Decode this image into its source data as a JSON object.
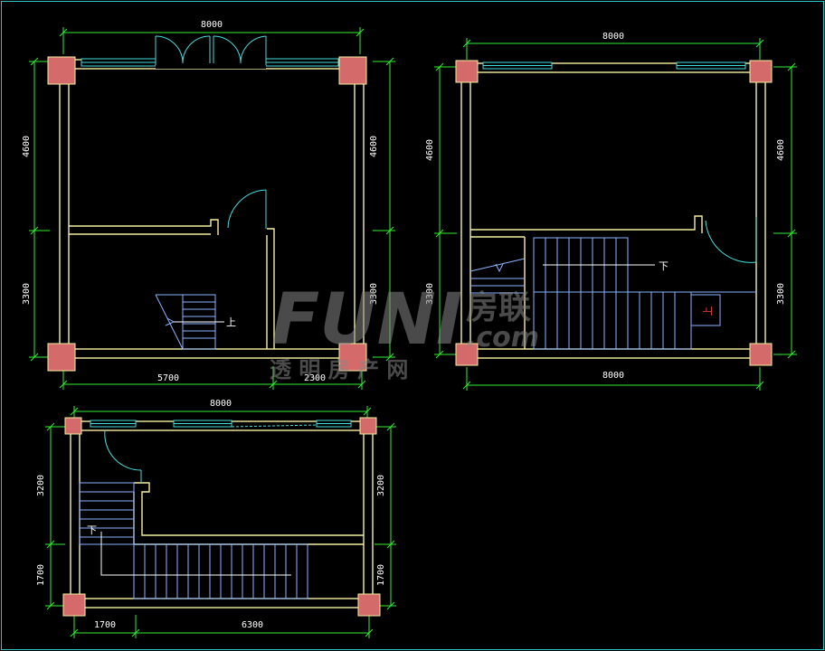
{
  "colors": {
    "background": "#000000",
    "frame": "#2ec8c8",
    "wall": "#f5f0a0",
    "column": "#d46a6a",
    "dimension": "#33ee33",
    "door": "#44dddd",
    "stair": "#8ab4ff",
    "text": "#ffffff",
    "red_label": "#ff4040",
    "watermark": "#777777"
  },
  "plans": {
    "top_left": {
      "dim_top": "8000",
      "dim_left_upper": "4600",
      "dim_left_lower": "3300",
      "dim_right_upper": "4600",
      "dim_right_lower": "3300",
      "dim_bottom_left": "5700",
      "dim_bottom_right": "2300",
      "stair_label": "上"
    },
    "top_right": {
      "dim_top": "8000",
      "dim_left_upper": "4600",
      "dim_left_lower": "3300",
      "dim_right_upper": "4600",
      "dim_right_lower": "3300",
      "dim_bottom": "8000",
      "stair_label": "下",
      "red_label": "上"
    },
    "bottom": {
      "dim_top": "8000",
      "dim_left_upper": "3200",
      "dim_left_lower": "1700",
      "dim_right_upper": "3200",
      "dim_right_lower": "1700",
      "dim_bottom_left": "1700",
      "dim_bottom_right": "6300",
      "stair_label": "下"
    }
  },
  "watermark": {
    "logo": "FUNI",
    "sub": ".com",
    "cn": "房联",
    "tagline": "透 明 房 产 网"
  }
}
